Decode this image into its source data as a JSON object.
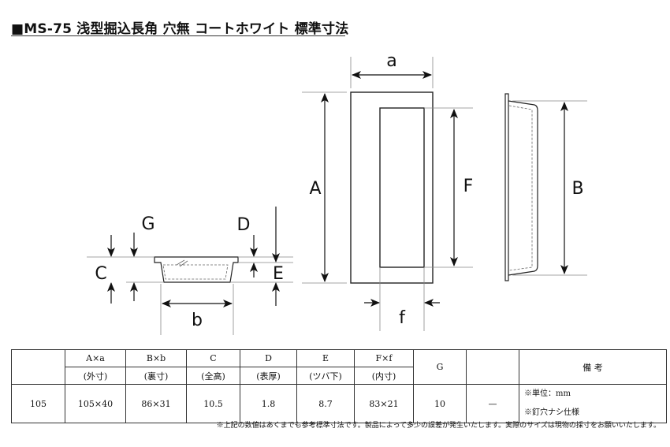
{
  "title": "■MS-75 浅型掘込長角 穴無 コートホワイト 標準寸法",
  "labels": {
    "a": "a",
    "A": "A",
    "F": "F",
    "B": "B",
    "f": "f",
    "G": "G",
    "D": "D",
    "C": "C",
    "E": "E",
    "b": "b"
  },
  "table": {
    "headers": [
      {
        "top": "",
        "bottom": ""
      },
      {
        "top": "A×a",
        "bottom": "(外寸)"
      },
      {
        "top": "B×b",
        "bottom": "(裏寸)"
      },
      {
        "top": "C",
        "bottom": "(全高)"
      },
      {
        "top": "D",
        "bottom": "(表厚)"
      },
      {
        "top": "E",
        "bottom": "(ツバ下)"
      },
      {
        "top": "F×f",
        "bottom": "(内寸)"
      }
    ],
    "header_g": "G",
    "header_blank": "",
    "header_notes": "備 考",
    "row": [
      "105",
      "105×40",
      "86×31",
      "10.5",
      "1.8",
      "8.7",
      "83×21",
      "10",
      "—"
    ],
    "notes": [
      "※単位：mm",
      "※釘穴ナシ仕様"
    ]
  },
  "footnote": "※上記の数値はあくまでも参考標準寸法です。製品によって多少の誤差が発生いたします。実際のサイズは現物の採寸をお願いいたします。"
}
